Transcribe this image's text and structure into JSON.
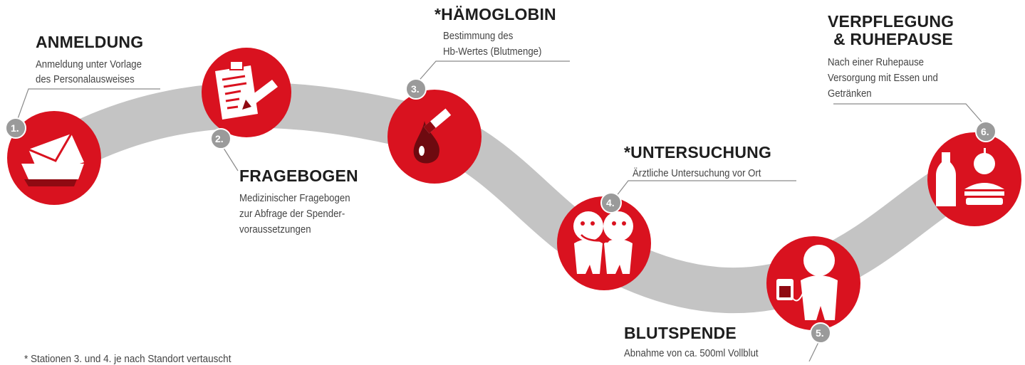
{
  "colors": {
    "accent_red": "#d9121f",
    "path_gray": "#c4c4c4",
    "badge_gray": "#9a9a9a",
    "title_text": "#1e1e1e",
    "body_text": "#444444"
  },
  "steps": [
    {
      "number": "1.",
      "title": "ANMELDUNG",
      "description": [
        "Anmeldung unter Vorlage",
        "des Personalausweises"
      ],
      "icon": "envelope-card-icon"
    },
    {
      "number": "2.",
      "title": "FRAGEBOGEN",
      "description": [
        "Medizinischer Fragebogen",
        "zur Abfrage der Spender-",
        "voraussetzungen"
      ],
      "icon": "form-pen-icon"
    },
    {
      "number": "3.",
      "title": "*HÄMOGLOBIN",
      "description": [
        "Bestimmung des",
        "Hb-Wertes (Blutmenge)"
      ],
      "icon": "blood-drop-tube-icon"
    },
    {
      "number": "4.",
      "title": "*UNTERSUCHUNG",
      "description": [
        "Ärztliche Untersuchung vor Ort"
      ],
      "icon": "doctor-patient-icon"
    },
    {
      "number": "5.",
      "title": "BLUTSPENDE",
      "description": [
        "Abnahme von ca. 500ml Vollblut"
      ],
      "icon": "donor-blood-bag-icon"
    },
    {
      "number": "6.",
      "title": "VERPFLEGUNG",
      "title_line2": "& RUHEPAUSE",
      "description": [
        "Nach einer Ruhepause",
        "Versorgung mit Essen und",
        "Getränken"
      ],
      "icon": "food-drink-icon"
    }
  ],
  "footnote": "* Stationen 3. und 4. je nach Standort vertauscht"
}
